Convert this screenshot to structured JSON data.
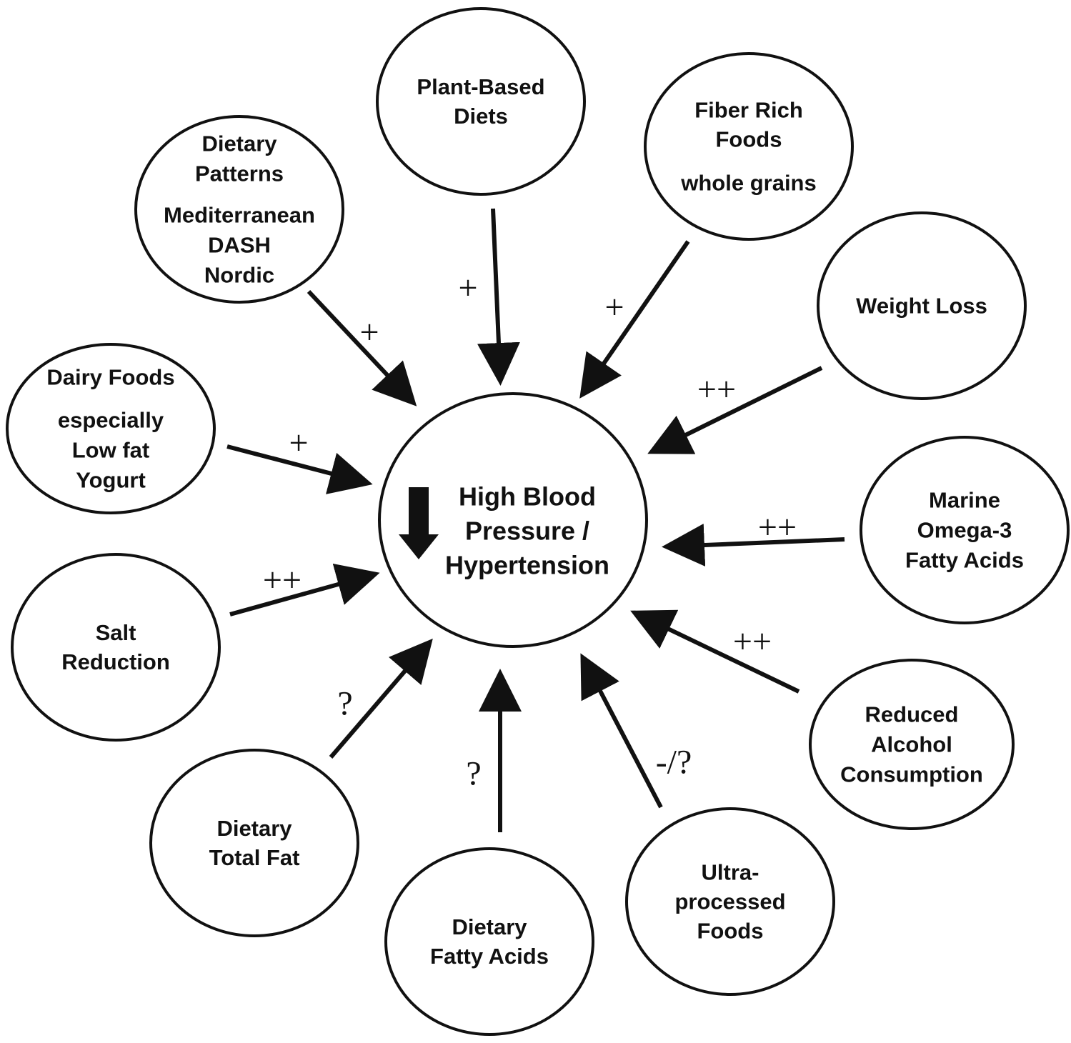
{
  "center": {
    "lines": [
      "High Blood",
      "Pressure /",
      "Hypertension"
    ],
    "direction_icon": "down-arrow-icon"
  },
  "factors": [
    {
      "id": "plant-based-diets",
      "lines": [
        "Plant-Based",
        "Diets"
      ],
      "effect": "+"
    },
    {
      "id": "fiber-rich-foods",
      "lines": [
        "Fiber Rich",
        "Foods",
        "whole grains"
      ],
      "effect": "+"
    },
    {
      "id": "weight-loss",
      "lines": [
        "Weight Loss"
      ],
      "effect": "++"
    },
    {
      "id": "marine-omega-3",
      "lines": [
        "Marine",
        "Omega-3",
        "Fatty Acids"
      ],
      "effect": "++"
    },
    {
      "id": "reduced-alcohol",
      "lines": [
        "Reduced",
        "Alcohol",
        "Consumption"
      ],
      "effect": "++"
    },
    {
      "id": "ultra-processed-foods",
      "lines": [
        "Ultra-",
        "processed",
        "Foods"
      ],
      "effect": "-/?"
    },
    {
      "id": "dietary-fatty-acids",
      "lines": [
        "Dietary",
        "Fatty Acids"
      ],
      "effect": "?"
    },
    {
      "id": "dietary-total-fat",
      "lines": [
        "Dietary",
        "Total Fat"
      ],
      "effect": "?"
    },
    {
      "id": "salt-reduction",
      "lines": [
        "Salt",
        "Reduction"
      ],
      "effect": "++"
    },
    {
      "id": "dairy-foods",
      "lines": [
        "Dairy Foods",
        "especially",
        "Low fat",
        "Yogurt"
      ],
      "effect": "+"
    },
    {
      "id": "dietary-patterns",
      "lines": [
        "Dietary",
        "Patterns",
        "Mediterranean",
        "DASH",
        "Nordic"
      ],
      "effect": "+"
    }
  ]
}
